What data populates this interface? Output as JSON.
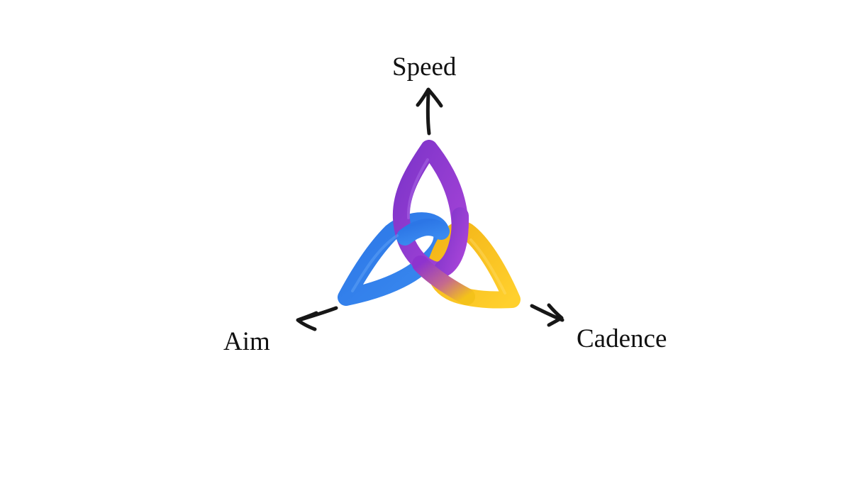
{
  "diagram": {
    "labels": {
      "top": "Speed",
      "left": "Aim",
      "right": "Cadence"
    },
    "colors": {
      "speed": "#8E33CE",
      "aim": "#2F7BE8",
      "cadence": "#F4C21A",
      "text": "#111111",
      "arrow": "#171717"
    },
    "icons": {
      "center": "triquetra-knot-icon",
      "arrows": "hand-drawn-arrow-icon"
    }
  }
}
